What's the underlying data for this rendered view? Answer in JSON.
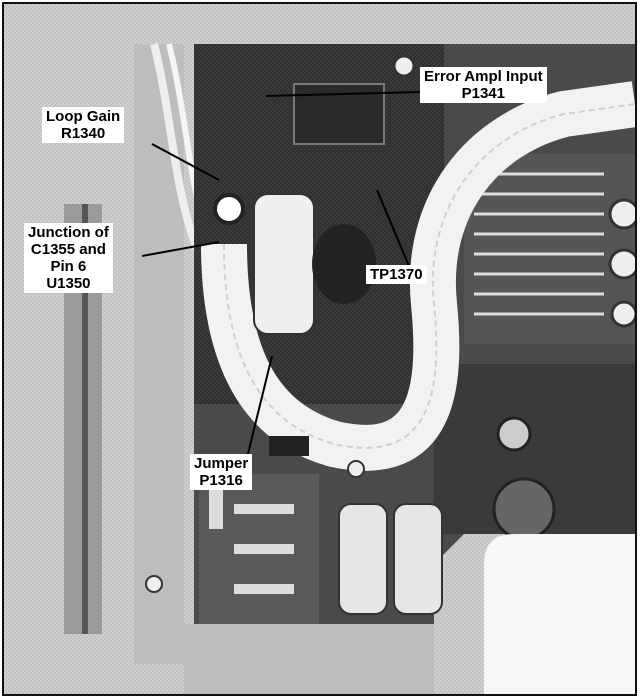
{
  "figure": {
    "labels": {
      "error_ampl_input": [
        "Error Ampl Input",
        "P1341"
      ],
      "loop_gain": [
        "Loop Gain",
        "R1340"
      ],
      "junction": [
        "Junction of",
        "C1355 and",
        "Pin 6",
        "U1350"
      ],
      "tp1370": [
        "TP1370"
      ],
      "jumper": [
        "Jumper",
        "P1316"
      ]
    },
    "colors": {
      "label_bg": "#ffffff",
      "leader_line": "#000000",
      "frame": "#111111"
    }
  }
}
